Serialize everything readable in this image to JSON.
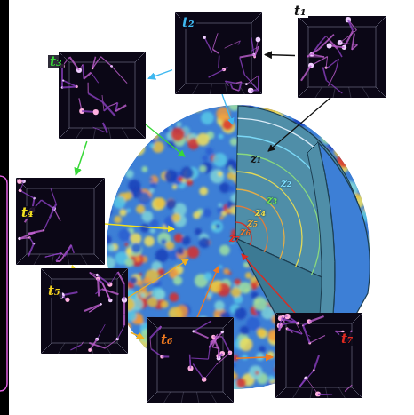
{
  "diagram": {
    "nodes": [
      {
        "text": [
          "t₁"
        ]
      },
      {
        "text": [
          "t₂"
        ]
      },
      {
        "text": [
          "t₃"
        ]
      },
      {
        "text": [
          "t₄"
        ]
      },
      {
        "text": [
          "t₅"
        ]
      },
      {
        "text": [
          "t₆"
        ]
      },
      {
        "text": [
          "t₇"
        ]
      }
    ],
    "edges": [
      {
        "from": 0,
        "to": 1,
        "arrow": "to"
      },
      {
        "from": 1,
        "to": 2,
        "arrow": "to"
      },
      {
        "from": 2,
        "to": 3,
        "arrow": "to"
      },
      {
        "from": 3,
        "to": 4,
        "arrow": "to"
      },
      {
        "from": 4,
        "to": 5,
        "arrow": "to"
      },
      {
        "from": 5,
        "to": 6,
        "arrow": "to"
      }
    ],
    "labels": [
      "z₁",
      "z₂",
      "z₃",
      "z₄",
      "z₅",
      "z₆",
      "z₇"
    ]
  }
}
